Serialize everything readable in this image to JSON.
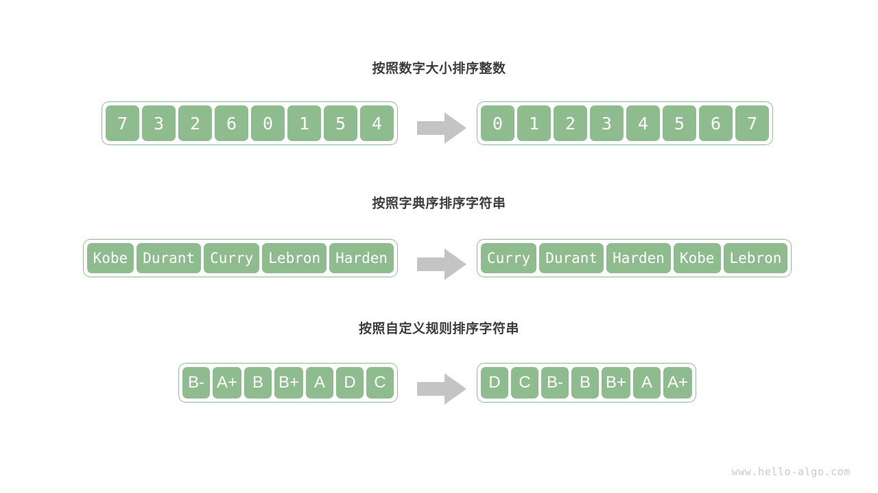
{
  "watermark": "www.hello-algo.com",
  "colors": {
    "cell_fill": "#8FBC8F",
    "cell_border": "#ffffff",
    "array_outline": "#8FBC8F",
    "arrow": "#c4c4c4",
    "title_text": "#3c3c3c",
    "watermark_text": "#c9c9c9",
    "background": "#ffffff"
  },
  "arrow_icon": "right-arrow-icon",
  "sections": [
    {
      "title": "按照数字大小排序整数",
      "input": [
        "7",
        "3",
        "2",
        "6",
        "0",
        "1",
        "5",
        "4"
      ],
      "output": [
        "0",
        "1",
        "2",
        "3",
        "4",
        "5",
        "6",
        "7"
      ]
    },
    {
      "title": "按照字典序排序字符串",
      "input": [
        "Kobe",
        "Durant",
        "Curry",
        "Lebron",
        "Harden"
      ],
      "output": [
        "Curry",
        "Durant",
        "Harden",
        "Kobe",
        "Lebron"
      ]
    },
    {
      "title": "按照自定义规则排序字符串",
      "input": [
        "B-",
        "A+",
        "B",
        "B+",
        "A",
        "D",
        "C"
      ],
      "output": [
        "D",
        "C",
        "B-",
        "B",
        "B+",
        "A",
        "A+"
      ]
    }
  ]
}
